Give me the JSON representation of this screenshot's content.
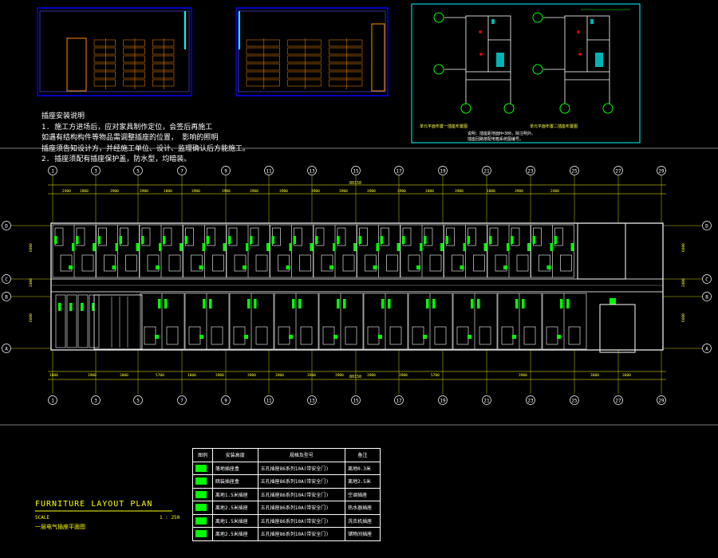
{
  "notes": {
    "title": "插座安装说明",
    "lines": [
      "1. 施工方进场后，应对家具制作定位，会签后再施工",
      "   如遇有结构构件等物品需调整插座的位置，      影响的照明",
      "   插座须告知设计方，并经施工单位、设计、监理确认后方能施工。",
      "2. 插座须配有插座保护盖，防水型，均暗装。"
    ]
  },
  "drawing_title": {
    "en": "FURNITURE LAYOUT PLAN",
    "scale_label": "SCALE",
    "scale_value": "1 : 250",
    "cn": "一层电气插座平面图"
  },
  "detail_labels": {
    "left": "单元平面布置一插座布置图",
    "right": "单元平面布置二插座布置图",
    "note1": "说明：插座距地面H=300，除注明外。",
    "note2": "插座回路按配电箱系统图编号。"
  },
  "total_dim": "80150",
  "axis_top": [
    "1",
    "3",
    "5",
    "7",
    "9",
    "11",
    "13",
    "15",
    "17",
    "19",
    "21",
    "23",
    "25",
    "27",
    "29"
  ],
  "axis_side": [
    "D",
    "C",
    "B",
    "A"
  ],
  "dims_top": [
    "2400",
    "1800",
    "3900",
    "3900",
    "1800",
    "3900",
    "3900",
    "3900",
    "3900",
    "3900",
    "3900",
    "3900",
    "3900",
    "1800",
    "3900",
    "1800",
    "3900",
    "2400"
  ],
  "dims_bottom": [
    "1800",
    "3900",
    "3000",
    "5700",
    "1800",
    "3900",
    "3900",
    "3900",
    "3900",
    "3900",
    "3900",
    "3900",
    "5700",
    "3900",
    "3600",
    "3600"
  ],
  "side_dims": [
    "6600",
    "2400",
    "6600"
  ],
  "legend": {
    "headers": [
      "图例",
      "安装高度",
      "规格及型号",
      "备注"
    ],
    "rows": [
      {
        "name": "落地插座盒",
        "spec": "五孔插座86系列10A(带安全门)",
        "note": "离地0.3米"
      },
      {
        "name": "暗装插座盒",
        "spec": "五孔插座86系列10A(带安全门)",
        "note": "离地2.5米"
      },
      {
        "name": "离地1.5米插座",
        "spec": "五孔插座86系列10A(带安全门)",
        "note": "空调插座"
      },
      {
        "name": "离地2.5米插座",
        "spec": "五孔插座86系列10A(带安全门)",
        "note": "热水器插座"
      },
      {
        "name": "离地1.5米插座",
        "spec": "五孔插座86系列10A(带安全门)",
        "note": "洗衣机插座"
      },
      {
        "name": "离地2.5米插座",
        "spec": "五孔插座86系列10A(带安全门)",
        "note": "储物间插座"
      }
    ]
  },
  "colors": {
    "bg": "#000000",
    "wall": "#ffffff",
    "fixture": "#00ff00",
    "dim": "#ffff00",
    "frame": "#0000ff",
    "detail_frame": "#00ffff",
    "furniture": "#ff8c00"
  }
}
